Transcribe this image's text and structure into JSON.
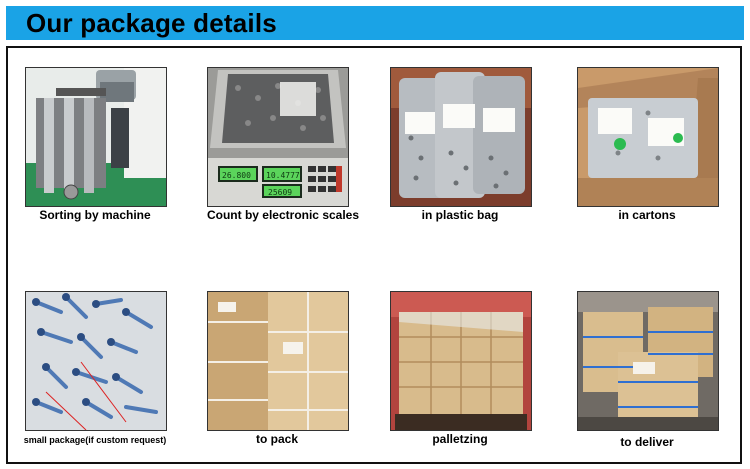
{
  "header": {
    "title": "Our package details"
  },
  "steps": [
    {
      "label": "Sorting by machine"
    },
    {
      "label": "Count by electronic scales"
    },
    {
      "label": "in plastic bag"
    },
    {
      "label": "in cartons"
    },
    {
      "label": "small package(if custom request)"
    },
    {
      "label": "to pack"
    },
    {
      "label": "palletzing"
    },
    {
      "label": "to deliver"
    }
  ],
  "scale_display": {
    "left": "26.800",
    "mid": "10.4777",
    "right": "25609"
  },
  "colors": {
    "banner": "#1aa3e6",
    "border": "#111111"
  }
}
